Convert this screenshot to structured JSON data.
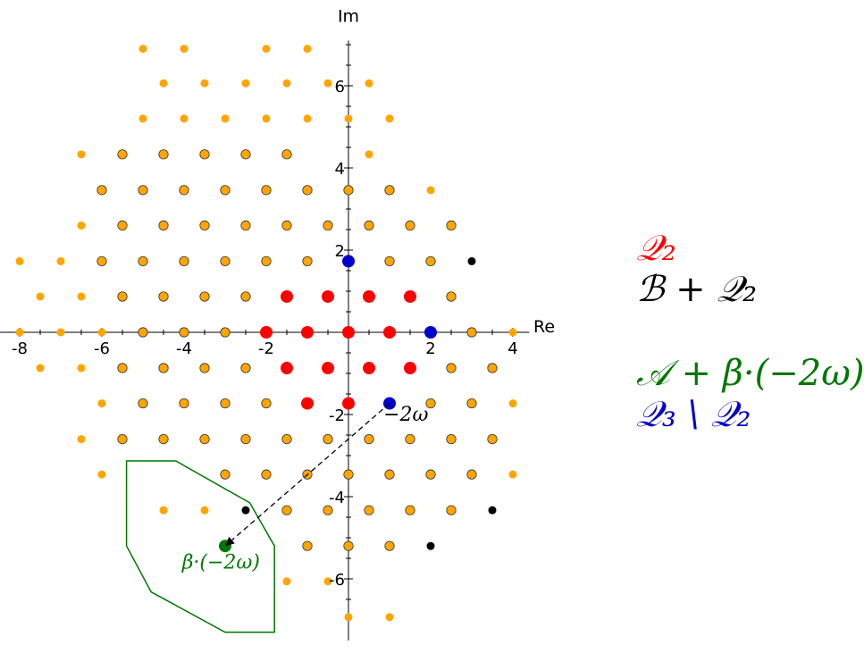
{
  "axes": {
    "x_label": "Re",
    "y_label": "Im",
    "x_ticks": [
      -8,
      -6,
      -4,
      -2,
      2,
      4
    ],
    "y_ticks": [
      6,
      4,
      2,
      -2,
      -4,
      -6
    ],
    "x_range": [
      -8.5,
      4.4
    ],
    "y_range": [
      -7.5,
      7.1
    ]
  },
  "colors": {
    "orange": "#ffa500",
    "red": "#ff0000",
    "blue": "#0000cc",
    "black": "#000000",
    "green": "#007700"
  },
  "labels": {
    "minus_2omega": "−2ω",
    "beta_2omega": "β·(−2ω)"
  },
  "legend": {
    "q2": "𝒬₂",
    "b_plus_q2": "ℬ + 𝒬₂",
    "a_plus_beta": "𝒜 + β·(−2ω)",
    "q3_minus_q2": "𝒬₃ \\ 𝒬₂"
  },
  "chart_data": {
    "type": "scatter",
    "series": [
      {
        "name": "orange-plain",
        "color": "#ffa500",
        "outlined": false,
        "points": [
          [
            -5,
            6.9
          ],
          [
            -4,
            6.9
          ],
          [
            -2,
            6.9
          ],
          [
            -1,
            6.9
          ],
          [
            -4.5,
            6.06
          ],
          [
            -3.5,
            6.06
          ],
          [
            -2.5,
            6.06
          ],
          [
            -1.5,
            6.06
          ],
          [
            -0.5,
            6.06
          ],
          [
            0.5,
            6.06
          ],
          [
            -5,
            5.2
          ],
          [
            -4,
            5.2
          ],
          [
            -3,
            5.2
          ],
          [
            -2,
            5.2
          ],
          [
            -1,
            5.2
          ],
          [
            0,
            5.2
          ],
          [
            1,
            5.2
          ],
          [
            -6.5,
            4.33
          ],
          [
            0.5,
            4.33
          ],
          [
            2,
            3.46
          ],
          [
            -6.5,
            2.6
          ],
          [
            -8,
            1.73
          ],
          [
            -7,
            1.73
          ],
          [
            -7.5,
            0.87
          ],
          [
            -6.5,
            0.87
          ],
          [
            -8,
            0
          ],
          [
            -7,
            0
          ],
          [
            -6,
            0
          ],
          [
            4,
            0
          ],
          [
            -7.5,
            -0.87
          ],
          [
            -6.5,
            -0.87
          ],
          [
            -6,
            -1.73
          ],
          [
            4,
            -1.73
          ],
          [
            -6.5,
            -2.6
          ],
          [
            -6,
            -3.46
          ],
          [
            4,
            -3.46
          ],
          [
            -4.5,
            -4.33
          ],
          [
            -3.5,
            -4.33
          ],
          [
            -1.5,
            -6.06
          ],
          [
            -0.5,
            -6.06
          ],
          [
            0,
            -6.93
          ],
          [
            1,
            -6.93
          ]
        ]
      },
      {
        "name": "orange-outlined",
        "color": "#ffa500",
        "outlined": true,
        "points": [
          [
            -5.5,
            4.33
          ],
          [
            -4.5,
            4.33
          ],
          [
            -3.5,
            4.33
          ],
          [
            -2.5,
            4.33
          ],
          [
            -1.5,
            4.33
          ],
          [
            -6,
            3.46
          ],
          [
            -5,
            3.46
          ],
          [
            -4,
            3.46
          ],
          [
            -3,
            3.46
          ],
          [
            -2,
            3.46
          ],
          [
            -1,
            3.46
          ],
          [
            0,
            3.46
          ],
          [
            1,
            3.46
          ],
          [
            -5.5,
            2.6
          ],
          [
            -4.5,
            2.6
          ],
          [
            -3.5,
            2.6
          ],
          [
            -2.5,
            2.6
          ],
          [
            -1.5,
            2.6
          ],
          [
            -0.5,
            2.6
          ],
          [
            0.5,
            2.6
          ],
          [
            1.5,
            2.6
          ],
          [
            2.5,
            2.6
          ],
          [
            -6,
            1.73
          ],
          [
            -5,
            1.73
          ],
          [
            -4,
            1.73
          ],
          [
            -3,
            1.73
          ],
          [
            -2,
            1.73
          ],
          [
            -1,
            1.73
          ],
          [
            1,
            1.73
          ],
          [
            2,
            1.73
          ],
          [
            -5.5,
            0.87
          ],
          [
            -4.5,
            0.87
          ],
          [
            -3.5,
            0.87
          ],
          [
            -2.5,
            0.87
          ],
          [
            2.5,
            0.87
          ],
          [
            -5,
            0
          ],
          [
            -4,
            0
          ],
          [
            -3,
            0
          ],
          [
            3,
            0
          ],
          [
            -5.5,
            -0.87
          ],
          [
            -4.5,
            -0.87
          ],
          [
            -3.5,
            -0.87
          ],
          [
            -2.5,
            -0.87
          ],
          [
            2.5,
            -0.87
          ],
          [
            3.5,
            -0.87
          ],
          [
            -5,
            -1.73
          ],
          [
            -4,
            -1.73
          ],
          [
            -3,
            -1.73
          ],
          [
            -2,
            -1.73
          ],
          [
            2,
            -1.73
          ],
          [
            3,
            -1.73
          ],
          [
            -5.5,
            -2.6
          ],
          [
            -4.5,
            -2.6
          ],
          [
            -3.5,
            -2.6
          ],
          [
            -2.5,
            -2.6
          ],
          [
            -1.5,
            -2.6
          ],
          [
            -0.5,
            -2.6
          ],
          [
            0.5,
            -2.6
          ],
          [
            1.5,
            -2.6
          ],
          [
            2.5,
            -2.6
          ],
          [
            3.5,
            -2.6
          ],
          [
            -3,
            -3.46
          ],
          [
            -2,
            -3.46
          ],
          [
            -1,
            -3.46
          ],
          [
            0,
            -3.46
          ],
          [
            1,
            -3.46
          ],
          [
            2,
            -3.46
          ],
          [
            3,
            -3.46
          ],
          [
            -1.5,
            -4.33
          ],
          [
            -0.5,
            -4.33
          ],
          [
            0.5,
            -4.33
          ],
          [
            1.5,
            -4.33
          ],
          [
            2.5,
            -4.33
          ],
          [
            -1,
            -5.2
          ],
          [
            0,
            -5.2
          ],
          [
            1,
            -5.2
          ]
        ]
      },
      {
        "name": "red",
        "color": "#ff0000",
        "outlined": false,
        "points": [
          [
            -1.5,
            0.87
          ],
          [
            -0.5,
            0.87
          ],
          [
            0.5,
            0.87
          ],
          [
            1.5,
            0.87
          ],
          [
            -2,
            0
          ],
          [
            -1,
            0
          ],
          [
            0,
            0
          ],
          [
            1,
            0
          ],
          [
            -1.5,
            -0.87
          ],
          [
            -0.5,
            -0.87
          ],
          [
            0.5,
            -0.87
          ],
          [
            1.5,
            -0.87
          ],
          [
            -1,
            -1.73
          ],
          [
            0,
            -1.73
          ]
        ]
      },
      {
        "name": "blue",
        "color": "#0000cc",
        "outlined": false,
        "points": [
          [
            0,
            1.73
          ],
          [
            2,
            0
          ],
          [
            1,
            -1.73
          ]
        ]
      },
      {
        "name": "black",
        "color": "#000000",
        "outlined": false,
        "points": [
          [
            3,
            1.73
          ],
          [
            -2.5,
            -4.33
          ],
          [
            3.5,
            -4.33
          ],
          [
            2,
            -5.2
          ]
        ]
      },
      {
        "name": "green",
        "color": "#007700",
        "outlined": false,
        "points": [
          [
            -3,
            -5.2
          ]
        ]
      }
    ],
    "polygon": [
      [
        -5.4,
        -3.13
      ],
      [
        -4.2,
        -3.13
      ],
      [
        -2.4,
        -4.15
      ],
      [
        -1.8,
        -5.2
      ],
      [
        -1.8,
        -7.3
      ],
      [
        -3,
        -7.3
      ],
      [
        -4.8,
        -6.32
      ],
      [
        -5.4,
        -5.2
      ]
    ],
    "arrow": {
      "from": [
        1,
        -1.73
      ],
      "to": [
        -3,
        -5.2
      ]
    }
  }
}
